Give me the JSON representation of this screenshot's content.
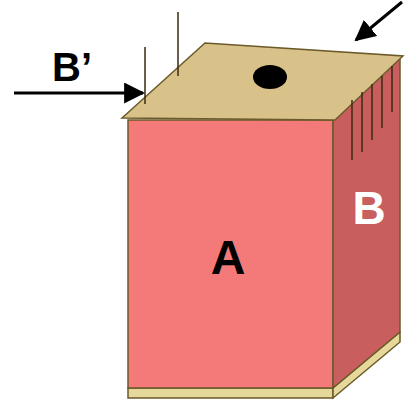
{
  "diagram": {
    "nodes": [
      {
        "text": [
          "A"
        ]
      },
      {
        "text": [
          "B"
        ]
      }
    ],
    "labels": [
      "B’"
    ]
  }
}
